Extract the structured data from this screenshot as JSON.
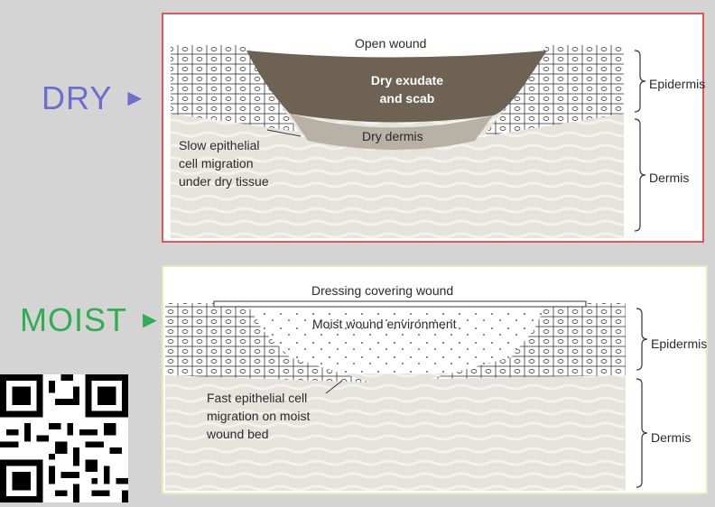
{
  "dry": {
    "heading": "DRY",
    "arrow": "►",
    "open_wound": "Open wound",
    "scab_line1": "Dry exudate",
    "scab_line2": "and scab",
    "dry_dermis": "Dry dermis",
    "migration_note_1": "Slow epithelial",
    "migration_note_2": "cell migration",
    "migration_note_3": "under dry tissue",
    "epidermis": "Epidermis",
    "dermis": "Dermis",
    "colors": {
      "heading": "#6b6fd0",
      "border": "#e05555",
      "scab": "#6e6255"
    }
  },
  "moist": {
    "heading": "MOIST",
    "arrow": "►",
    "dressing": "Dressing covering wound",
    "environment": "Moist wound environment",
    "migration_note_1": "Fast epithelial cell",
    "migration_note_2": "migration on moist",
    "migration_note_3": "wound bed",
    "epidermis": "Epidermis",
    "dermis": "Dermis",
    "colors": {
      "heading": "#2fae52",
      "border": "#e6ecb8"
    }
  },
  "qr_code": {
    "icon": "qr-code-icon"
  }
}
